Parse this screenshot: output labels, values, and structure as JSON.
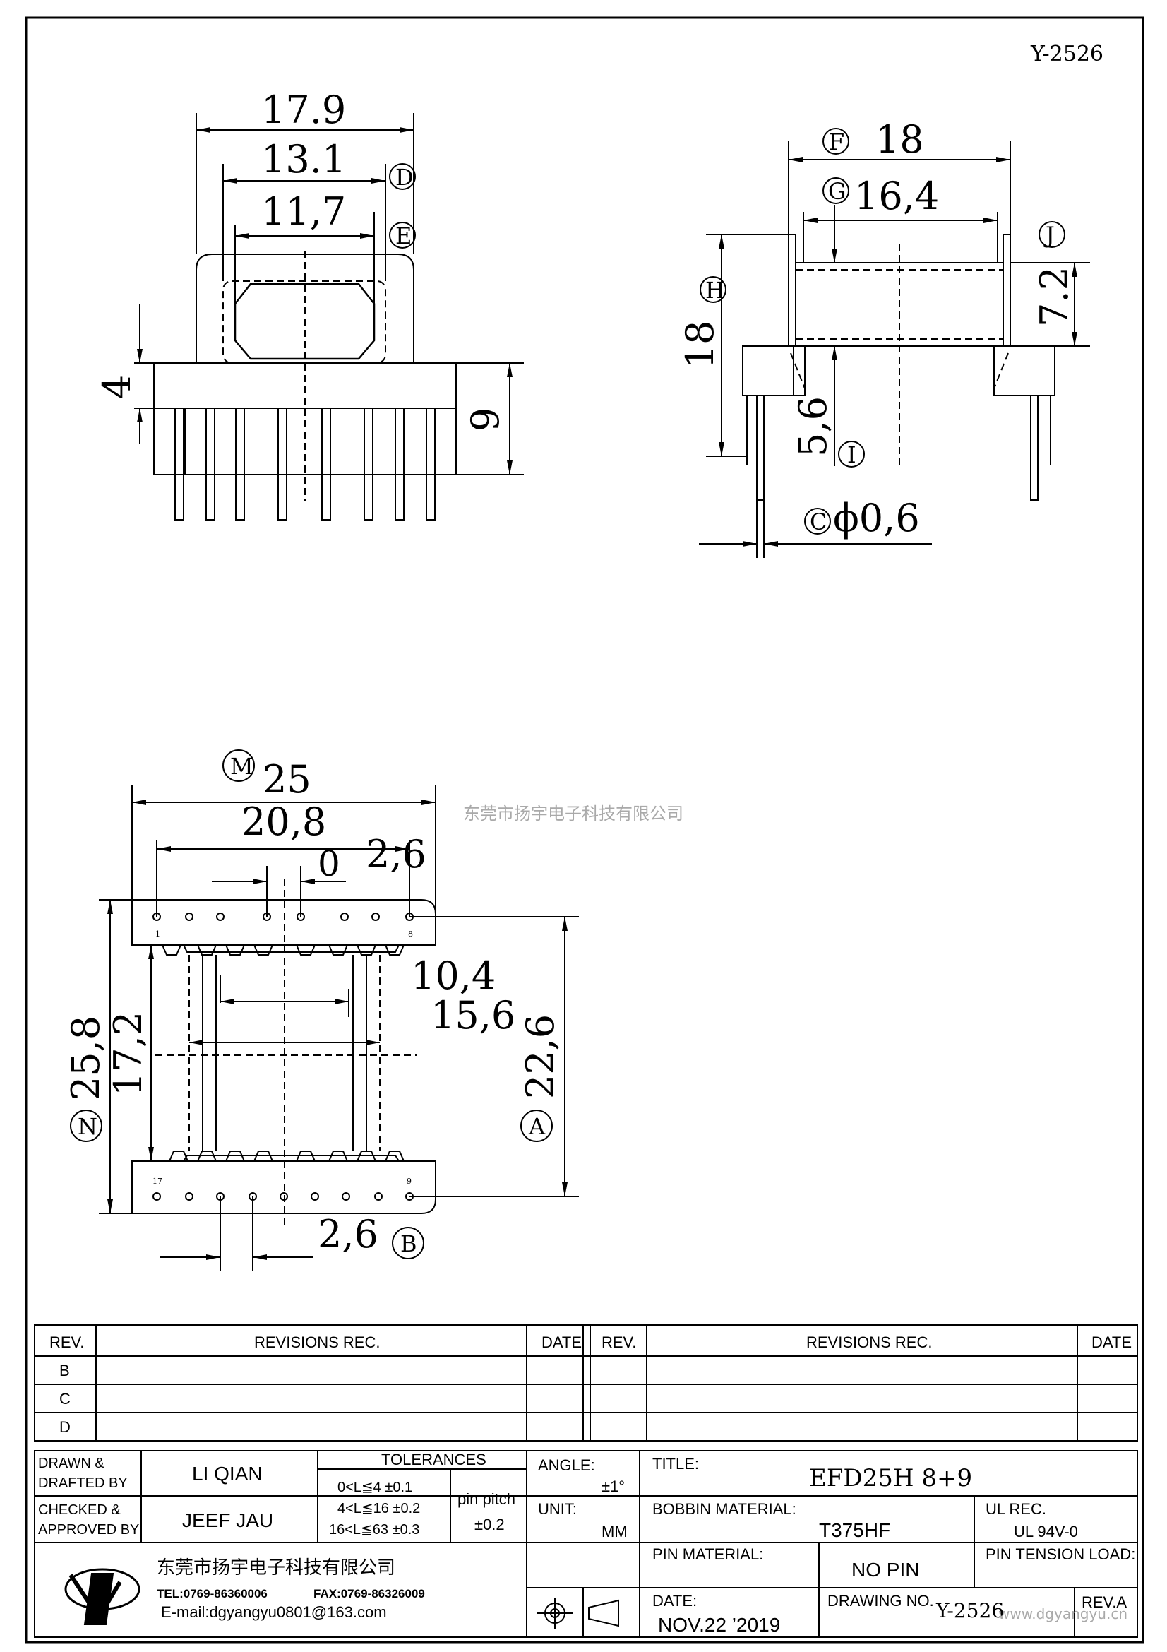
{
  "drawing_id_top": "Y-2526",
  "watermark_center": "东莞市扬宇电子科技有限公司",
  "watermark_corner": "www.dgyangyu.cn",
  "front_view": {
    "dim_17_9": "17.9",
    "dim_13_1": "13.1",
    "dim_11_7": "11,7",
    "dim_4": "4",
    "dim_9": "9",
    "label_D": "D",
    "label_E": "E"
  },
  "side_view": {
    "dim_18_top": "18",
    "dim_16_4": "16,4",
    "dim_18_left": "18",
    "dim_7_2": "7.2",
    "dim_5_6": "5,6",
    "dim_phi": "ϕ0,6",
    "label_F": "F",
    "label_G": "G",
    "label_H": "H",
    "label_I": "I",
    "label_J": "J",
    "label_C": "C"
  },
  "bottom_view": {
    "dim_25": "25",
    "dim_20_8": "20,8",
    "dim_0": "0",
    "dim_2_6_top": "2,6",
    "dim_10_4": "10,4",
    "dim_15_6": "15,6",
    "dim_25_8": "25,8",
    "dim_17_2": "17,2",
    "dim_22_6": "22,6",
    "dim_2_6_bottom": "2,6",
    "label_M": "M",
    "label_N": "N",
    "label_A": "A",
    "label_B": "B",
    "pin_1": "1",
    "pin_8": "8",
    "pin_17": "17",
    "pin_9": "9"
  },
  "revisions": {
    "rev_header": "REV.",
    "rec_header": "REVISIONS    REC.",
    "date_header": "DATE",
    "rows": [
      "B",
      "C",
      "D"
    ]
  },
  "title_block": {
    "drawn_label_1": "DRAWN  &",
    "drawn_label_2": "DRAFTED  BY",
    "drawn_name": "LI QIAN",
    "checked_label_1": "CHECKED  &",
    "checked_label_2": "APPROVED  BY",
    "checked_name": "JEEF JAU",
    "tolerances_title": "TOLERANCES",
    "tol_1": "0<L≦4    ±0.1",
    "tol_2": "4<L≦16  ±0.2",
    "tol_3": "16<L≦63  ±0.3",
    "pin_pitch_label": "pin  pitch",
    "pin_pitch_value": "±0.2",
    "angle_label": "ANGLE:",
    "angle_value": "±1°",
    "unit_label": "UNIT:",
    "unit_value": "MM",
    "title_label": "TITLE:",
    "title_value": "EFD25H  8+9",
    "bobbin_label": "BOBBIN  MATERIAL:",
    "bobbin_value": "T375HF",
    "ul_label": "UL  REC.",
    "ul_value": "UL  94V-0",
    "pin_material_label": "PIN  MATERIAL:",
    "pin_material_value": "NO  PIN",
    "pin_tension_label": "PIN  TENSION  LOAD:",
    "date_label": "DATE:",
    "date_value": "NOV.22  ’2019",
    "drawing_no_label": "DRAWING  NO.",
    "drawing_no_value": "Y-2526",
    "rev_label": "REV.A",
    "company_name": "东莞市扬宇电子科技有限公司",
    "company_tel": "TEL:0769-86360006",
    "company_fax": "FAX:0769-86326009",
    "company_email": "E-mail:dgyangyu0801@163.com"
  }
}
